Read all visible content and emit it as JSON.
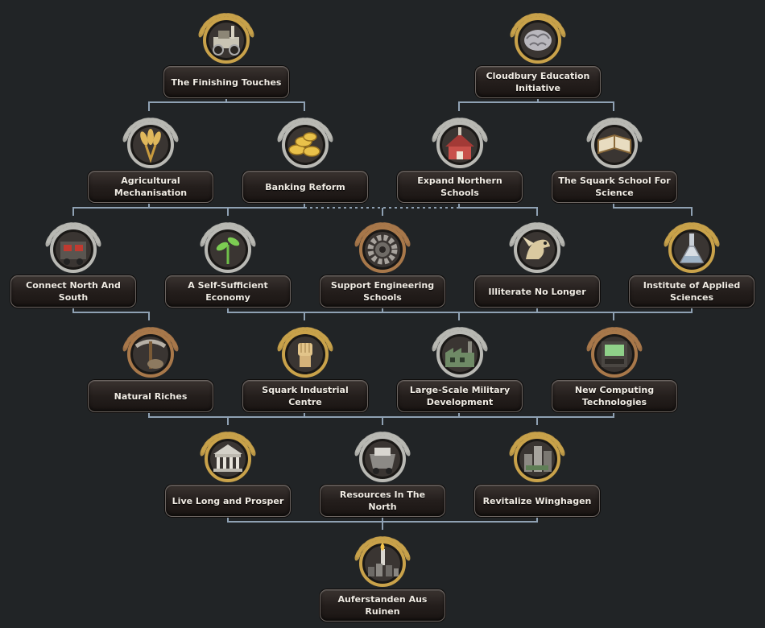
{
  "focuses": [
    {
      "id": "finishing_touches",
      "label": "The Finishing Touches",
      "icon": "machinery-icon",
      "frame": "gold",
      "art": "machine"
    },
    {
      "id": "cloudbury",
      "label": "Cloudbury Education Initiative",
      "icon": "brain-icon",
      "frame": "gold",
      "art": "brain"
    },
    {
      "id": "agri",
      "label": "Agricultural Mechanisation",
      "icon": "wheat-icon",
      "frame": "silver",
      "art": "wheat"
    },
    {
      "id": "banking",
      "label": "Banking Reform",
      "icon": "gold-coins-icon",
      "frame": "silver",
      "art": "coins"
    },
    {
      "id": "northern_schools",
      "label": "Expand Northern Schools",
      "icon": "schoolhouse-icon",
      "frame": "silver",
      "art": "school"
    },
    {
      "id": "squark_school",
      "label": "The Squark School For Science",
      "icon": "open-book-icon",
      "frame": "silver",
      "art": "book"
    },
    {
      "id": "connect",
      "label": "Connect North And South",
      "icon": "train-icon",
      "frame": "silver",
      "art": "train"
    },
    {
      "id": "self_sufficient",
      "label": "A Self-Sufficient Economy",
      "icon": "sprout-icon",
      "frame": "silver",
      "art": "sprout"
    },
    {
      "id": "engineering",
      "label": "Support Engineering Schools",
      "icon": "gear-icon",
      "frame": "bronze",
      "art": "gear"
    },
    {
      "id": "illiterate",
      "label": "Illiterate No Longer",
      "icon": "griffin-icon",
      "frame": "silver",
      "art": "griffin"
    },
    {
      "id": "institute",
      "label": "Institute of Applied Sciences",
      "icon": "flask-icon",
      "frame": "gold",
      "art": "flask"
    },
    {
      "id": "natural_riches",
      "label": "Natural Riches",
      "icon": "pickaxe-icon",
      "frame": "bronze",
      "art": "pickaxe"
    },
    {
      "id": "industrial_centre",
      "label": "Squark Industrial Centre",
      "icon": "fist-icon",
      "frame": "gold",
      "art": "fist"
    },
    {
      "id": "military",
      "label": "Large-Scale Military Development",
      "icon": "military-factory-icon",
      "frame": "silver",
      "art": "factory"
    },
    {
      "id": "computing",
      "label": "New Computing Technologies",
      "icon": "computer-icon",
      "frame": "bronze",
      "art": "computer"
    },
    {
      "id": "live_long",
      "label": "Live Long and Prosper",
      "icon": "bank-building-icon",
      "frame": "gold",
      "art": "bank"
    },
    {
      "id": "resources_north",
      "label": "Resources In The North",
      "icon": "mine-cart-icon",
      "frame": "silver",
      "art": "minecart"
    },
    {
      "id": "winghagen",
      "label": "Revitalize Winghagen",
      "icon": "city-icon",
      "frame": "gold",
      "art": "city"
    },
    {
      "id": "auferstanden",
      "label": "Auferstanden Aus Ruinen",
      "icon": "torch-city-icon",
      "frame": "gold",
      "art": "torch"
    }
  ],
  "colors": {
    "background": "#212426",
    "connector": "#8fa1b3",
    "plate_text": "#f1ece4",
    "gold": "#c9a24a",
    "silver": "#b9b9b4",
    "bronze": "#a8784a"
  }
}
